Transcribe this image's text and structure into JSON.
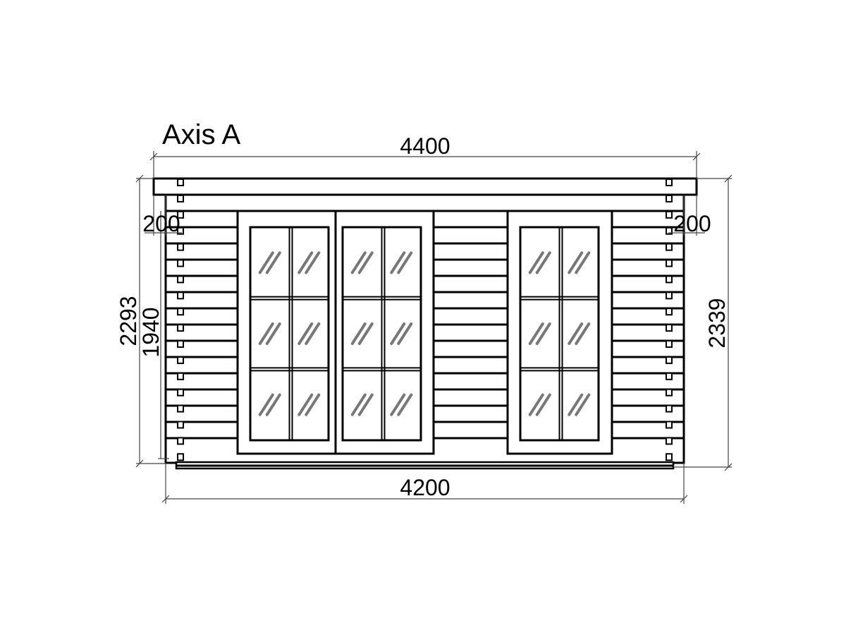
{
  "drawing": {
    "title": "Axis A",
    "dimensions": {
      "overall_width": "4400",
      "base_width": "4200",
      "left_overhang": "200",
      "right_overhang": "200",
      "left_height_outer": "2293",
      "left_height_inner": "1940",
      "right_height": "2339"
    }
  }
}
